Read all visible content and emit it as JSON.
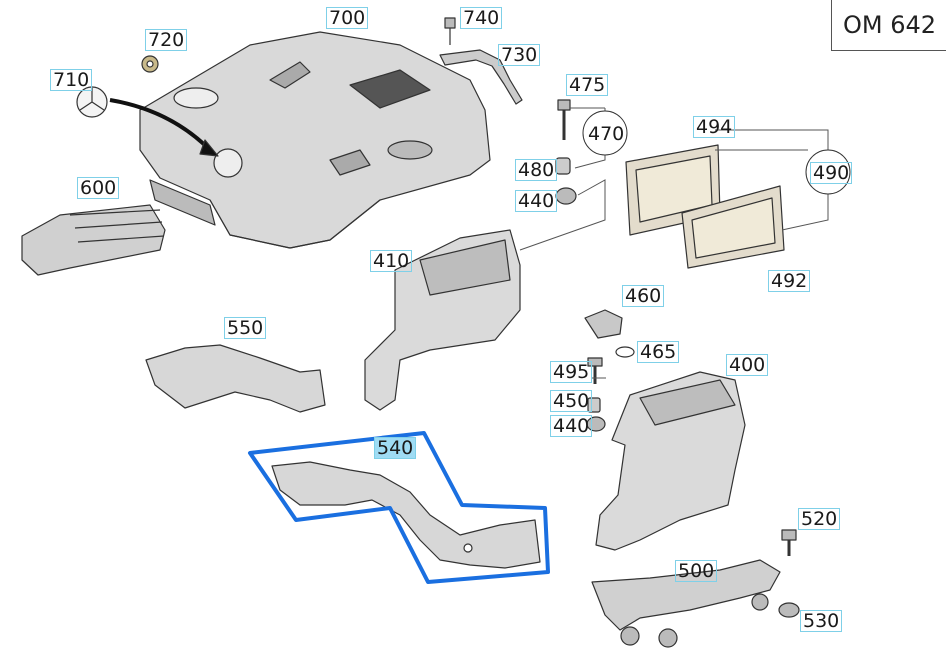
{
  "model_code": "OM 642",
  "parts": [
    {
      "id": "p700",
      "label": "700"
    },
    {
      "id": "p740",
      "label": "740"
    },
    {
      "id": "p720",
      "label": "720"
    },
    {
      "id": "p730",
      "label": "730"
    },
    {
      "id": "p710",
      "label": "710"
    },
    {
      "id": "p475",
      "label": "475"
    },
    {
      "id": "p470",
      "label": "470"
    },
    {
      "id": "p494",
      "label": "494"
    },
    {
      "id": "p600",
      "label": "600"
    },
    {
      "id": "p480",
      "label": "480"
    },
    {
      "id": "p490",
      "label": "490"
    },
    {
      "id": "p440a",
      "label": "440"
    },
    {
      "id": "p410",
      "label": "410"
    },
    {
      "id": "p492",
      "label": "492"
    },
    {
      "id": "p460",
      "label": "460"
    },
    {
      "id": "p550",
      "label": "550"
    },
    {
      "id": "p465",
      "label": "465"
    },
    {
      "id": "p400",
      "label": "400"
    },
    {
      "id": "p495",
      "label": "495"
    },
    {
      "id": "p450",
      "label": "450"
    },
    {
      "id": "p440b",
      "label": "440"
    },
    {
      "id": "p540",
      "label": "540",
      "selected": true
    },
    {
      "id": "p520",
      "label": "520"
    },
    {
      "id": "p500",
      "label": "500"
    },
    {
      "id": "p530",
      "label": "530"
    }
  ],
  "colors": {
    "highlight": "#1a6fe0",
    "label_border": "#7fd0e8",
    "selected_fill": "#9fdcf4",
    "part_fill": "#d9d9d9",
    "part_stroke": "#333333"
  }
}
